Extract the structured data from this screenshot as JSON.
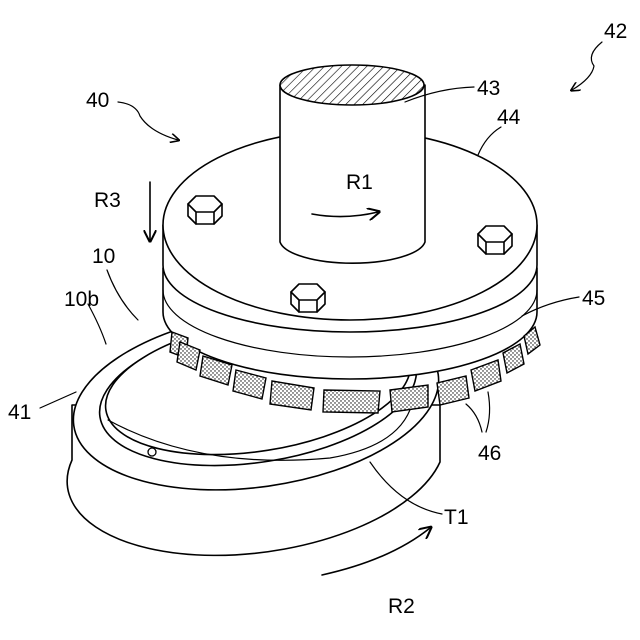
{
  "labels": {
    "device": "42",
    "assembly": "40",
    "shaft": "43",
    "plate": "44",
    "holder": "45",
    "grindstones": "46",
    "table": "41",
    "wafer": "10",
    "wafer_surface": "10b",
    "thickness": "T1",
    "shaft_rotation": "R1",
    "table_rotation": "R2",
    "feed_direction": "R3"
  },
  "colors": {
    "ink": "#000000",
    "paper": "#ffffff"
  }
}
